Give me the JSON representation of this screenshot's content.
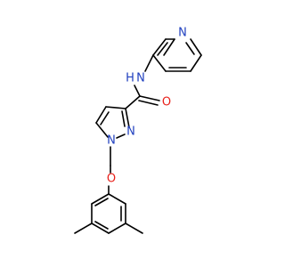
{
  "molecule": {
    "atoms": {
      "pyridine_n": {
        "label": "N",
        "color": "#1f3fbf"
      },
      "amide_nh": {
        "label": "NH",
        "n_label": "N",
        "h_label": "H",
        "color": "#1f3fbf"
      },
      "carbonyl_o": {
        "label": "O",
        "color": "#e8201a"
      },
      "pyrazole_n1": {
        "label": "N",
        "color": "#1f3fbf"
      },
      "pyrazole_n2": {
        "label": "N",
        "color": "#1f3fbf"
      },
      "ether_o": {
        "label": "O",
        "color": "#e8201a"
      }
    },
    "bond_color": "#000000"
  }
}
